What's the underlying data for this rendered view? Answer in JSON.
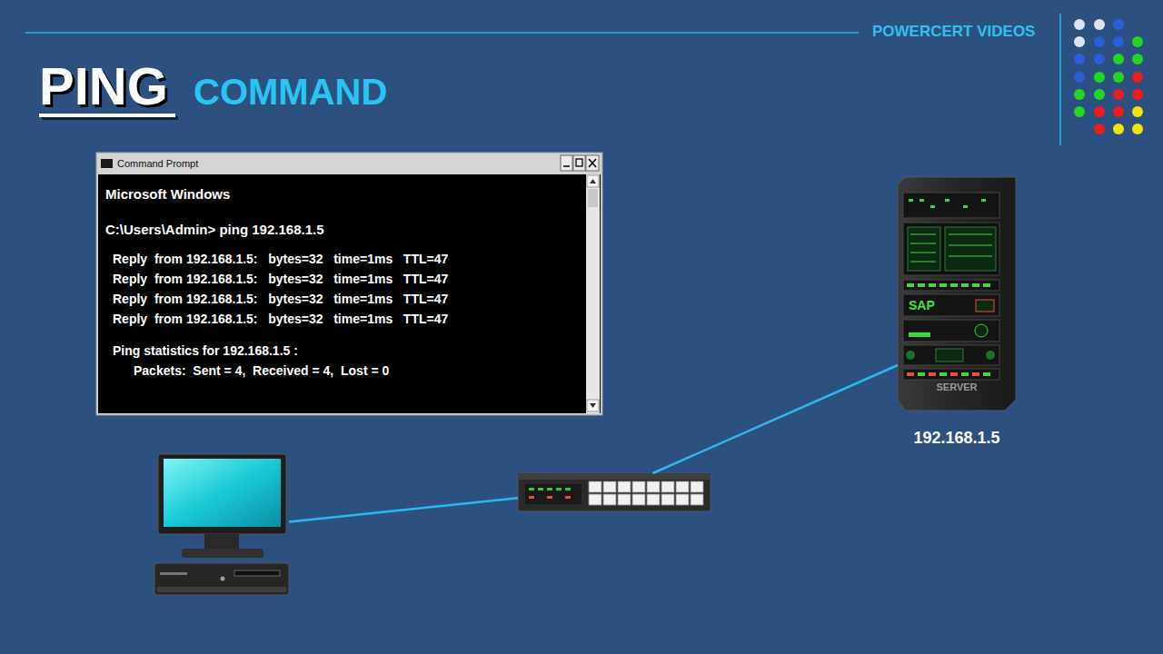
{
  "diagram": {
    "title": "PING",
    "nodes": [
      {
        "text": [
          "Command Prompt",
          "Microsoft Windows",
          "C:\\Users\\Admin> ping 192.168.1.5",
          "Reply  from 192.168.1.5:   bytes=32   time=1ms   TTL=47",
          "Reply  from 192.168.1.5:   bytes=32   time=1ms   TTL=47",
          "Reply  from 192.168.1.5:   bytes=32   time=1ms   TTL=47",
          "Reply  from 192.168.1.5:   bytes=32   time=1ms   TTL=47",
          "Ping statistics for 192.168.1.5 :",
          "Packets:  Sent = 4,  Received = 4,  Lost = 0"
        ]
      },
      {
        "text": []
      },
      {
        "text": []
      },
      {
        "text": [
          "SAP",
          "SERVER",
          "192.168.1.5"
        ]
      }
    ],
    "edges": [
      {
        "from": 1,
        "to": 2,
        "arrow": "none"
      },
      {
        "from": 2,
        "to": 3,
        "arrow": "none"
      }
    ],
    "labels": [
      "COMMAND",
      "POWERCERT VIDEOS"
    ]
  }
}
